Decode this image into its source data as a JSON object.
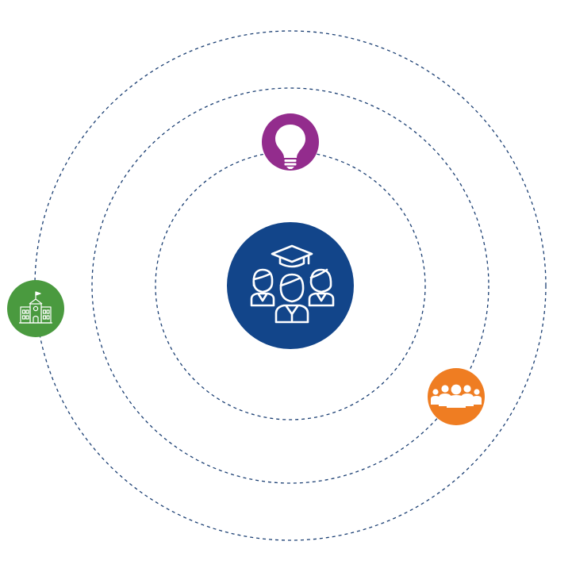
{
  "colors": {
    "orbit_stroke": "#1b3f73",
    "center": "#12458a",
    "lightbulb": "#932c8d",
    "school": "#4a9a3f",
    "group": "#ef7d22",
    "icon": "#ffffff",
    "background": "#ffffff"
  },
  "orbits": [
    {
      "name": "inner-orbit"
    },
    {
      "name": "middle-orbit"
    },
    {
      "name": "outer-orbit"
    }
  ],
  "nodes": {
    "center": {
      "icon": "graduates-icon",
      "color_key": "center"
    },
    "lightbulb": {
      "icon": "lightbulb-icon",
      "color_key": "lightbulb"
    },
    "school": {
      "icon": "school-building-icon",
      "color_key": "school"
    },
    "group": {
      "icon": "people-group-icon",
      "color_key": "group"
    }
  }
}
